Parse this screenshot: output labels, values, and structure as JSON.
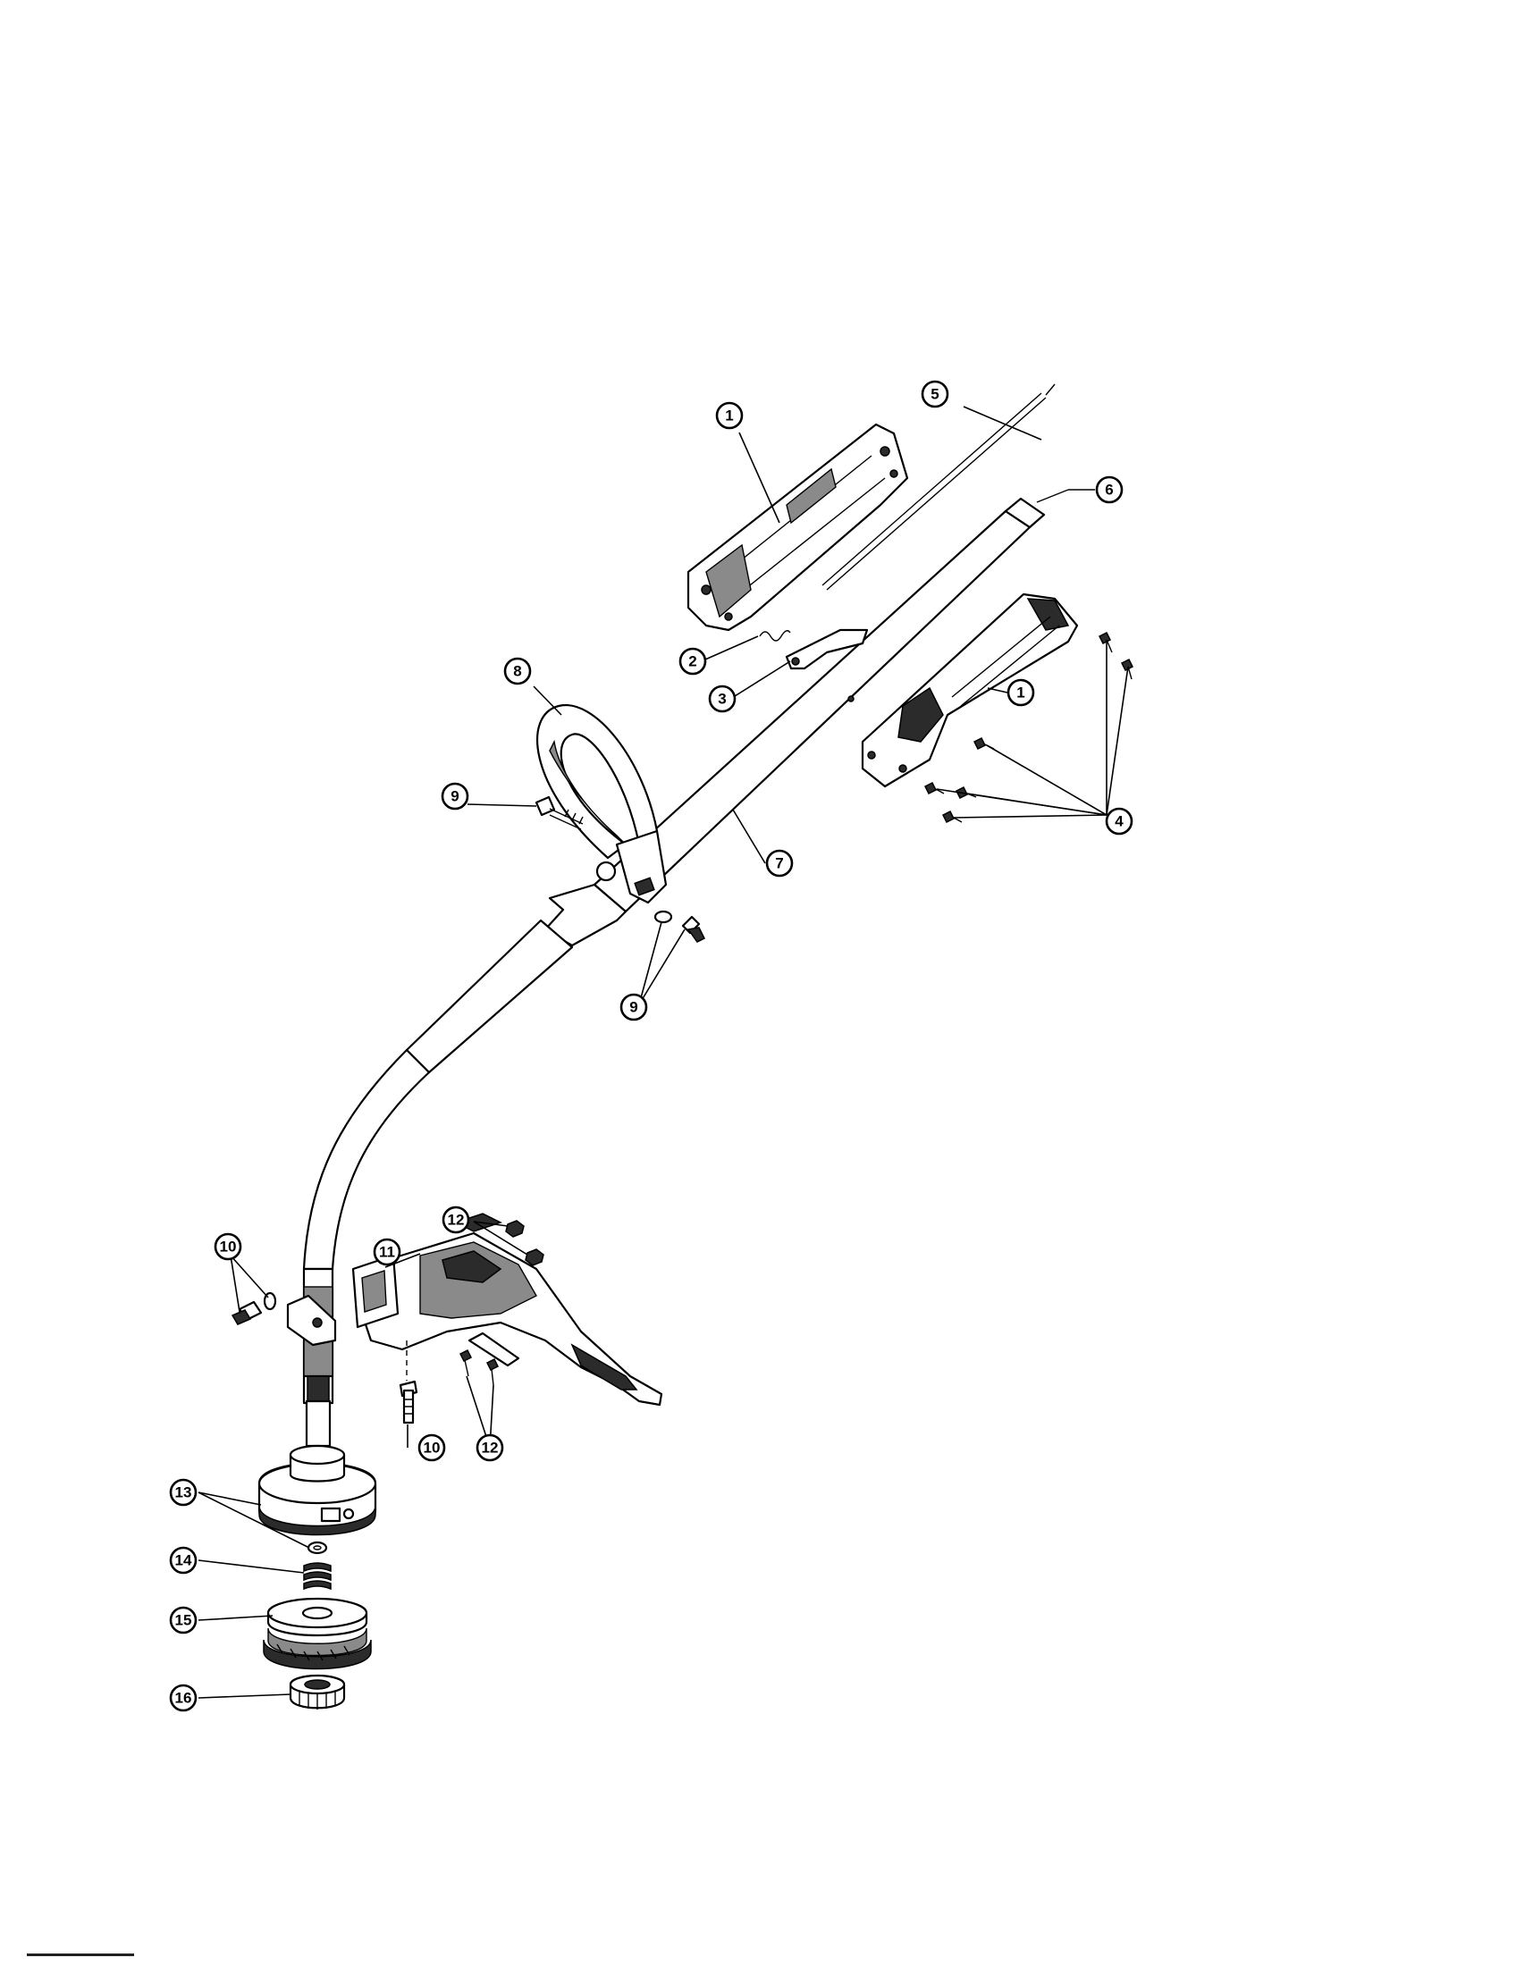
{
  "callouts": [
    {
      "label": "1"
    },
    {
      "label": "1"
    },
    {
      "label": "2"
    },
    {
      "label": "3"
    },
    {
      "label": "4"
    },
    {
      "label": "5"
    },
    {
      "label": "6"
    },
    {
      "label": "7"
    },
    {
      "label": "8"
    },
    {
      "label": "9"
    },
    {
      "label": "9"
    },
    {
      "label": "10"
    },
    {
      "label": "10"
    },
    {
      "label": "11"
    },
    {
      "label": "12"
    },
    {
      "label": "12"
    },
    {
      "label": "13"
    },
    {
      "label": "14"
    },
    {
      "label": "15"
    },
    {
      "label": "16"
    }
  ]
}
